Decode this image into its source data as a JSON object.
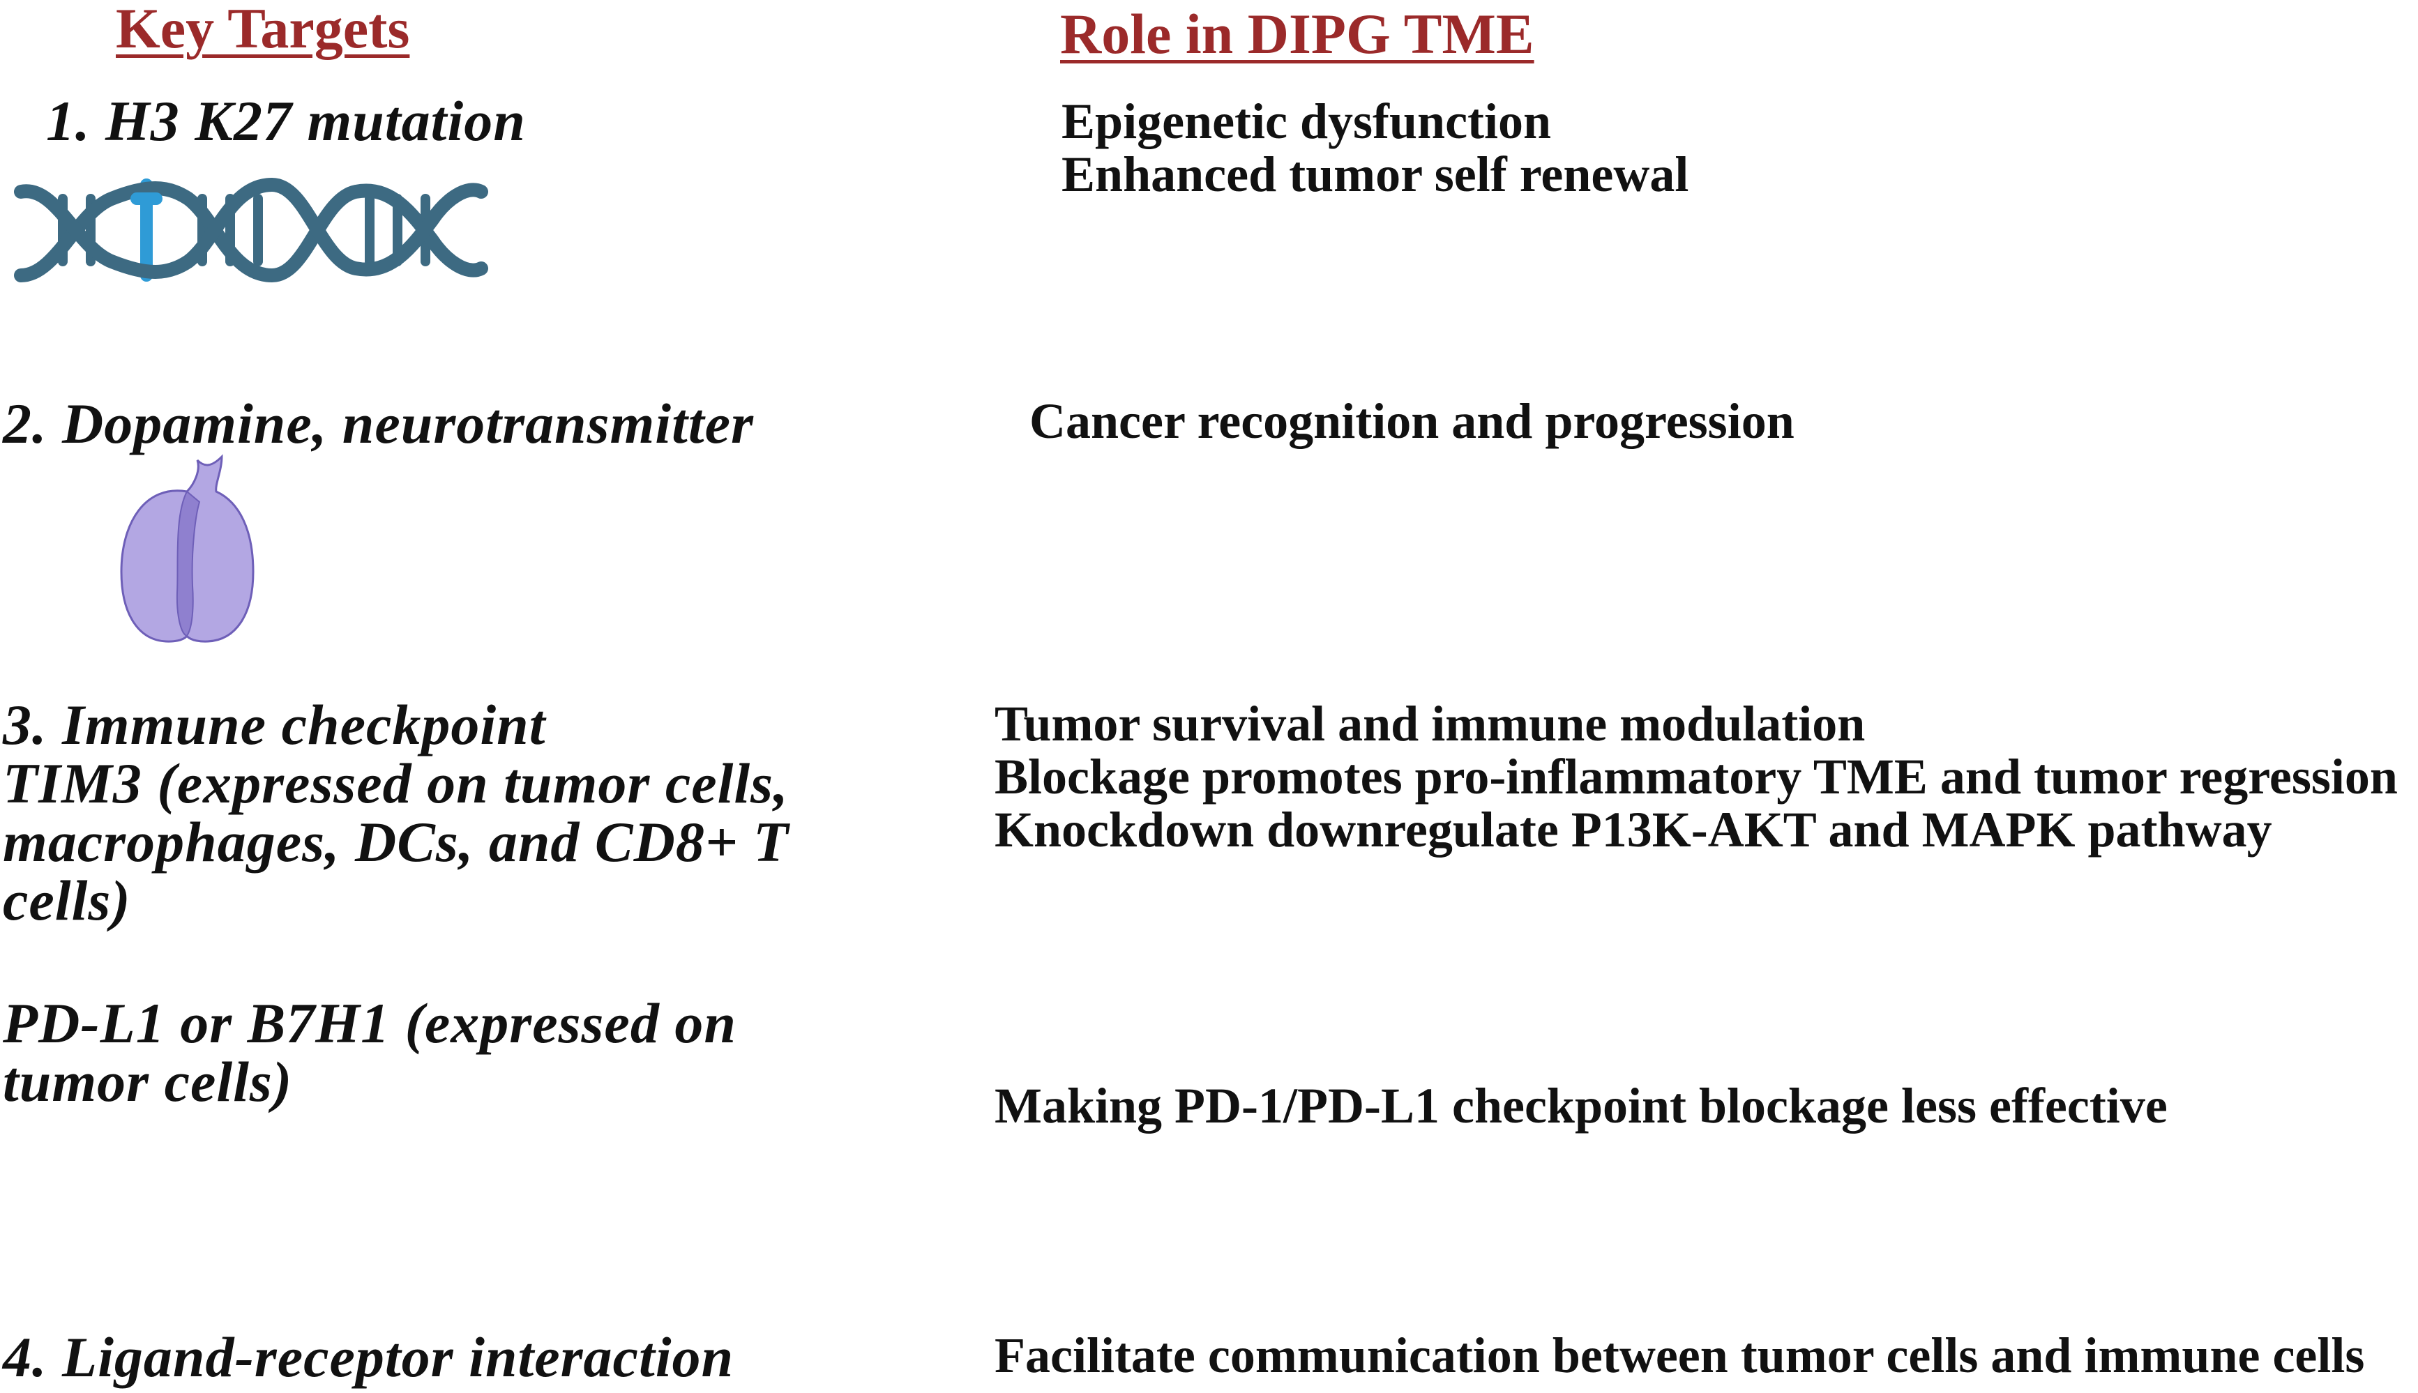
{
  "headers": {
    "targets": "Key Targets",
    "role": "Role in DIPG TME"
  },
  "targets": {
    "t1": "1.  H3 K27 mutation",
    "t2": "2. Dopamine, neurotransmitter",
    "t3_lines": [
      "3. Immune checkpoint",
      "TIM3 (expressed on tumor cells,",
      "macrophages, DCs, and CD8+ T",
      "cells)"
    ],
    "t3b_lines": [
      "PD-L1 or B7H1 (expressed on",
      "tumor cells)"
    ],
    "t4": "4. Ligand-receptor interaction"
  },
  "roles": {
    "r1_lines": [
      "Epigenetic dysfunction",
      "Enhanced tumor self renewal"
    ],
    "r2": "Cancer recognition and progression",
    "r3_lines": [
      "Tumor survival and immune modulation",
      "Blockage promotes pro-inflammatory TME and tumor regression",
      "Knockdown downregulate P13K-AKT and MAPK pathway"
    ],
    "r3b": "Making PD-1/PD-L1 checkpoint blockage less effective",
    "r4": "Facilitate communication between tumor cells and immune cells"
  },
  "icons": {
    "dna": "dna-helix-icon",
    "receptor": "dopamine-receptor-icon"
  },
  "colors": {
    "header": "#9b2a2a",
    "dna_strand": "#3d6a82",
    "dna_highlight": "#2f9bd6",
    "receptor_fill": "#b3a7e3",
    "receptor_stroke": "#6e5fb8"
  }
}
